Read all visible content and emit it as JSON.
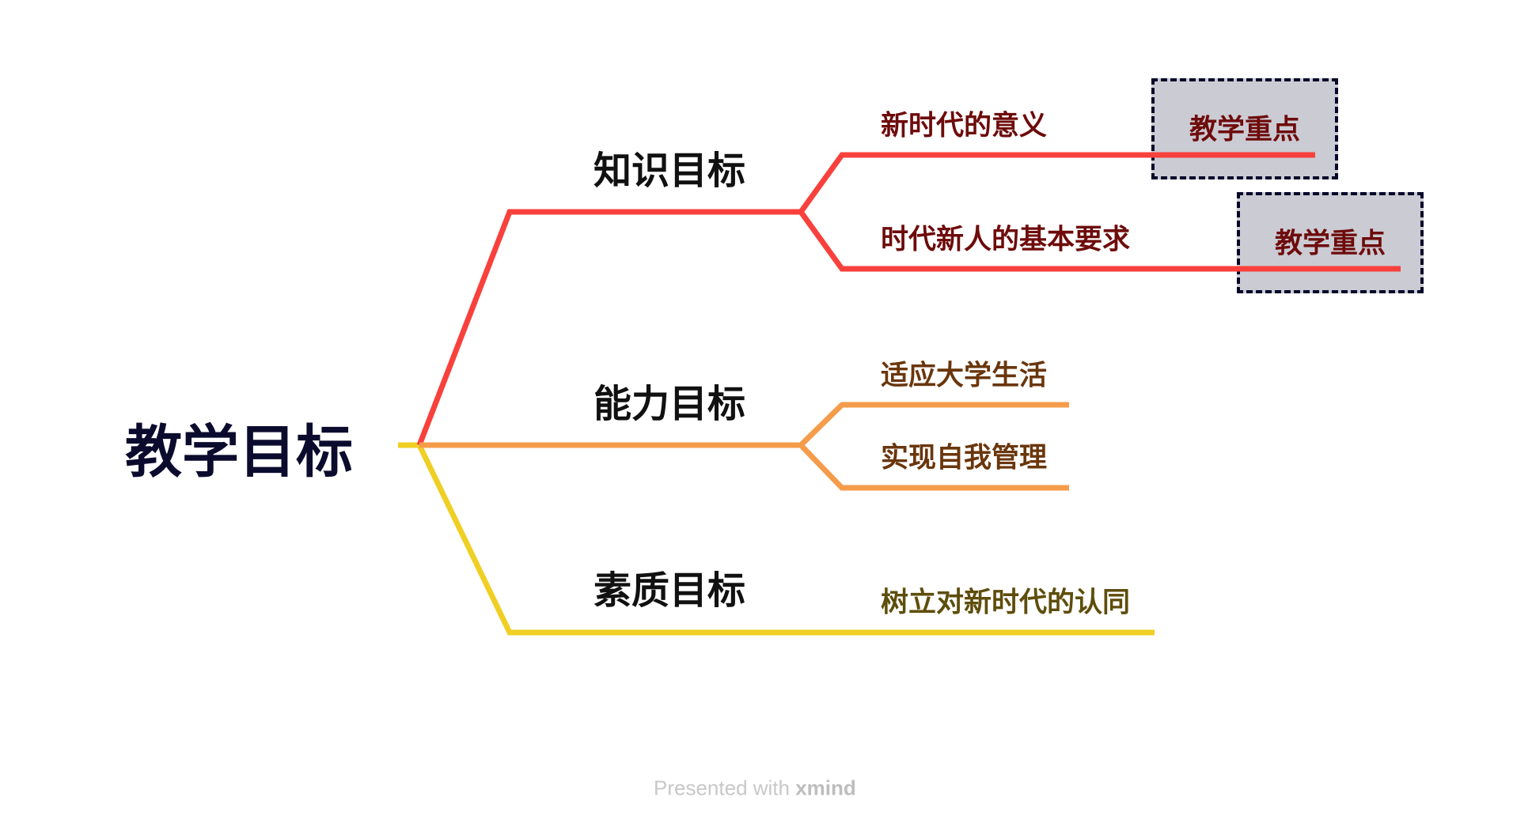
{
  "root": {
    "label": "教学目标"
  },
  "branches": [
    {
      "label": "知识目标",
      "color": "#f8413c",
      "children": [
        {
          "label": "新时代的意义",
          "callout": "教学重点"
        },
        {
          "label": "时代新人的基本要求",
          "callout": "教学重点"
        }
      ]
    },
    {
      "label": "能力目标",
      "color": "#f59c4b",
      "children": [
        {
          "label": "适应大学生活"
        },
        {
          "label": "实现自我管理"
        }
      ]
    },
    {
      "label": "素质目标",
      "color": "#efcf24",
      "children": [
        {
          "label": "树立对新时代的认同"
        }
      ]
    }
  ],
  "footer": {
    "prefix": "Presented with",
    "brand": "xmind"
  }
}
